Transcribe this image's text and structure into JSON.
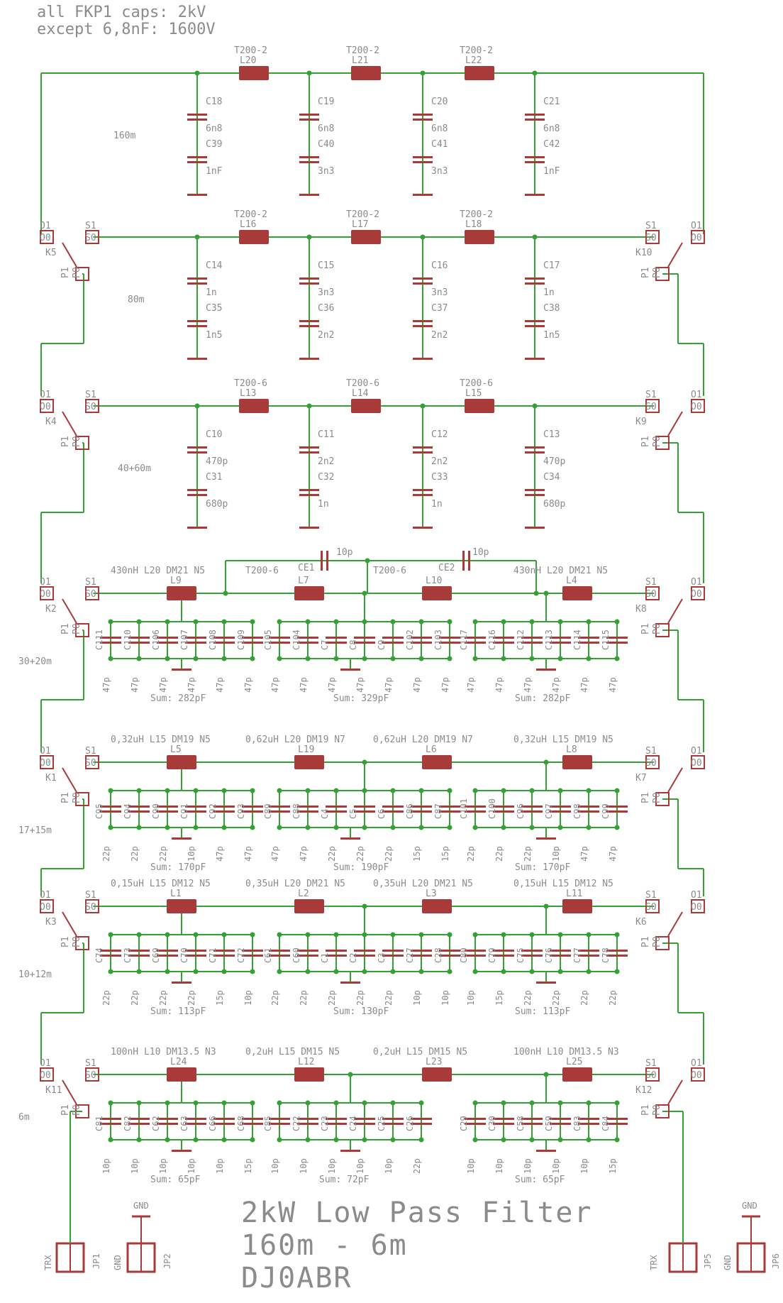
{
  "header": {
    "line1": "all FKP1 caps: 2kV",
    "line2": "except 6,8nF: 1600V"
  },
  "title": {
    "line1": "2kW Low Pass Filter",
    "line2": "160m - 6m",
    "line3": "DJ0ABR"
  },
  "colors": {
    "wire": "#33a133",
    "part": "#a83a3a",
    "text": "#8b8b8b",
    "junction": "#33a133"
  },
  "connectors": [
    {
      "name": "JP1",
      "label": "TRX"
    },
    {
      "name": "JP2",
      "label": "GND"
    },
    {
      "name": "JP5",
      "label": "TRX"
    },
    {
      "name": "JP6",
      "label": "GND"
    }
  ],
  "band160": {
    "band": "160m",
    "inductors": [
      {
        "name": "L20",
        "type": "T200-2"
      },
      {
        "name": "L21",
        "type": "T200-2"
      },
      {
        "name": "L22",
        "type": "T200-2"
      }
    ],
    "shunts": [
      {
        "top": "C18",
        "top_val": "6n8",
        "bot": "C39",
        "bot_val": "1nF"
      },
      {
        "top": "C19",
        "top_val": "6n8",
        "bot": "C40",
        "bot_val": "3n3"
      },
      {
        "top": "C20",
        "top_val": "6n8",
        "bot": "C41",
        "bot_val": "3n3"
      },
      {
        "top": "C21",
        "top_val": "6n8",
        "bot": "C42",
        "bot_val": "1nF"
      }
    ]
  },
  "band80": {
    "band": "80m",
    "relay_left": "K5",
    "relay_right": "K10",
    "inductors": [
      {
        "name": "L16",
        "type": "T200-2"
      },
      {
        "name": "L17",
        "type": "T200-2"
      },
      {
        "name": "L18",
        "type": "T200-2"
      }
    ],
    "shunts": [
      {
        "top": "C14",
        "top_val": "1n",
        "bot": "C35",
        "bot_val": "1n5"
      },
      {
        "top": "C15",
        "top_val": "3n3",
        "bot": "C36",
        "bot_val": "2n2"
      },
      {
        "top": "C16",
        "top_val": "3n3",
        "bot": "C37",
        "bot_val": "2n2"
      },
      {
        "top": "C17",
        "top_val": "1n",
        "bot": "C38",
        "bot_val": "1n5"
      }
    ]
  },
  "band40": {
    "band": "40+60m",
    "relay_left": "K4",
    "relay_right": "K9",
    "inductors": [
      {
        "name": "L13",
        "type": "T200-6"
      },
      {
        "name": "L14",
        "type": "T200-6"
      },
      {
        "name": "L15",
        "type": "T200-6"
      }
    ],
    "shunts": [
      {
        "top": "C10",
        "top_val": "470p",
        "bot": "C31",
        "bot_val": "680p"
      },
      {
        "top": "C11",
        "top_val": "2n2",
        "bot": "C32",
        "bot_val": "1n"
      },
      {
        "top": "C12",
        "top_val": "2n2",
        "bot": "C33",
        "bot_val": "1n"
      },
      {
        "top": "C13",
        "top_val": "470p",
        "bot": "C34",
        "bot_val": "680p"
      }
    ]
  },
  "band30": {
    "band": "30+20m",
    "relay_left": "K2",
    "relay_right": "K8",
    "ce1": "CE1",
    "ce1_val": "10p",
    "ce2": "CE2",
    "ce2_val": "10p",
    "inductors": [
      {
        "name": "L9",
        "type": "430nH L20 DM21 N5"
      },
      {
        "name": "L7",
        "type": "T200-6"
      },
      {
        "name": "L10",
        "type": "T200-6"
      },
      {
        "name": "L4",
        "type": "430nH L20 DM21 N5"
      }
    ],
    "banks": [
      {
        "caps": [
          [
            "C111",
            "47p"
          ],
          [
            "C110",
            "47p"
          ],
          [
            "C106",
            "47p"
          ],
          [
            "C107",
            "47p"
          ],
          [
            "C108",
            "47p"
          ],
          [
            "C109",
            "47p"
          ]
        ],
        "sum": "Sum: 282pF"
      },
      {
        "caps": [
          [
            "C105",
            "47p"
          ],
          [
            "C104",
            "47p"
          ],
          [
            "C7",
            "47p"
          ],
          [
            "C8",
            "47p"
          ],
          [
            "C9",
            "47p"
          ],
          [
            "C102",
            "47p"
          ],
          [
            "C103",
            "47p"
          ]
        ],
        "sum": "Sum: 329pF"
      },
      {
        "caps": [
          [
            "C117",
            "47p"
          ],
          [
            "C116",
            "47p"
          ],
          [
            "C112",
            "47p"
          ],
          [
            "C113",
            "47p"
          ],
          [
            "C114",
            "47p"
          ],
          [
            "C115",
            "47p"
          ]
        ],
        "sum": "Sum: 282pF"
      }
    ]
  },
  "band17": {
    "band": "17+15m",
    "relay_left": "K1",
    "relay_right": "K7",
    "inductors": [
      {
        "name": "L5",
        "type": "0,32uH L15 DM19 N5"
      },
      {
        "name": "L19",
        "type": "0,62uH L20 DM19 N7"
      },
      {
        "name": "L6",
        "type": "0,62uH L20 DM19 N7"
      },
      {
        "name": "L8",
        "type": "0,32uH L15 DM19 N5"
      }
    ],
    "banks": [
      {
        "caps": [
          [
            "C95",
            "22p"
          ],
          [
            "C94",
            "22p"
          ],
          [
            "C90",
            "22p"
          ],
          [
            "C91",
            "10p"
          ],
          [
            "C92",
            "47p"
          ],
          [
            "C93",
            "47p"
          ]
        ],
        "sum": "Sum: 170pF"
      },
      {
        "caps": [
          [
            "C89",
            "47p"
          ],
          [
            "C88",
            "47p"
          ],
          [
            "C4",
            "22p"
          ],
          [
            "C5",
            "22p"
          ],
          [
            "C6",
            "22p"
          ],
          [
            "C86",
            "15p"
          ],
          [
            "C87",
            "15p"
          ]
        ],
        "sum": "Sum: 190pF"
      },
      {
        "caps": [
          [
            "C101",
            "22p"
          ],
          [
            "C100",
            "22p"
          ],
          [
            "C96",
            "22p"
          ],
          [
            "C97",
            "10p"
          ],
          [
            "C98",
            "47p"
          ],
          [
            "C99",
            "47p"
          ]
        ],
        "sum": "Sum: 170pF"
      }
    ]
  },
  "band10": {
    "band": "10+12m",
    "relay_left": "K3",
    "relay_right": "K6",
    "inductors": [
      {
        "name": "L1",
        "type": "0,15uH L15 DM12 N5"
      },
      {
        "name": "L2",
        "type": "0,35uH L20 DM21 N5"
      },
      {
        "name": "L3",
        "type": "0,35uH L20 DM21 N5"
      },
      {
        "name": "L11",
        "type": "0,15uH L15 DM12 N5"
      }
    ],
    "banks": [
      {
        "caps": [
          [
            "C74",
            "22p"
          ],
          [
            "C73",
            "22p"
          ],
          [
            "C69",
            "22p"
          ],
          [
            "C70",
            "22p"
          ],
          [
            "C71",
            "15p"
          ],
          [
            "C72",
            "10p"
          ]
        ],
        "sum": "Sum: 113pF"
      },
      {
        "caps": [
          [
            "C61",
            "22p"
          ],
          [
            "C60",
            "22p"
          ],
          [
            "C1",
            "22p"
          ],
          [
            "C2",
            "22p"
          ],
          [
            "C3",
            "22p"
          ],
          [
            "C27",
            "10p"
          ],
          [
            "C28",
            "10p"
          ]
        ],
        "sum": "Sum: 130pF"
      },
      {
        "caps": [
          [
            "C80",
            "10p"
          ],
          [
            "C79",
            "15p"
          ],
          [
            "C75",
            "22p"
          ],
          [
            "C76",
            "22p"
          ],
          [
            "C77",
            "22p"
          ],
          [
            "C78",
            "22p"
          ]
        ],
        "sum": "Sum: 113pF"
      }
    ]
  },
  "band6": {
    "band": "6m",
    "relay_left": "K11",
    "relay_right": "K12",
    "inductors": [
      {
        "name": "L24",
        "type": "100nH L10 DM13.5 N3"
      },
      {
        "name": "L12",
        "type": "0,2uH L15 DM15 N5"
      },
      {
        "name": "L23",
        "type": "0,2uH L15 DM15 N5"
      },
      {
        "name": "L25",
        "type": "100nH L10 DM13.5 N3"
      }
    ],
    "banks": [
      {
        "caps": [
          [
            "C81",
            "10p"
          ],
          [
            "C82",
            "10p"
          ],
          [
            "C62",
            "10p"
          ],
          [
            "C63",
            "10p"
          ],
          [
            "C66",
            "10p"
          ],
          [
            "C68",
            "15p"
          ]
        ],
        "sum": "Sum: 65pF"
      },
      {
        "caps": [
          [
            "C85",
            "10p"
          ],
          [
            "C22",
            "10p"
          ],
          [
            "C23",
            "10p"
          ],
          [
            "C24",
            "10p"
          ],
          [
            "C25",
            "10p"
          ],
          [
            "C26",
            "22p"
          ]
        ],
        "sum": "Sum: 72pF"
      },
      {
        "caps": [
          [
            "C29",
            "10p"
          ],
          [
            "C30",
            "10p"
          ],
          [
            "C58",
            "10p"
          ],
          [
            "C59",
            "10p"
          ],
          [
            "C83",
            "10p"
          ],
          [
            "C84",
            "15p"
          ]
        ],
        "sum": "Sum: 65pF"
      }
    ]
  },
  "relay_pins": {
    "o1": "O1",
    "o0": "O0",
    "s1": "S1",
    "s0": "S0",
    "p1": "P1",
    "p0": "P0"
  }
}
